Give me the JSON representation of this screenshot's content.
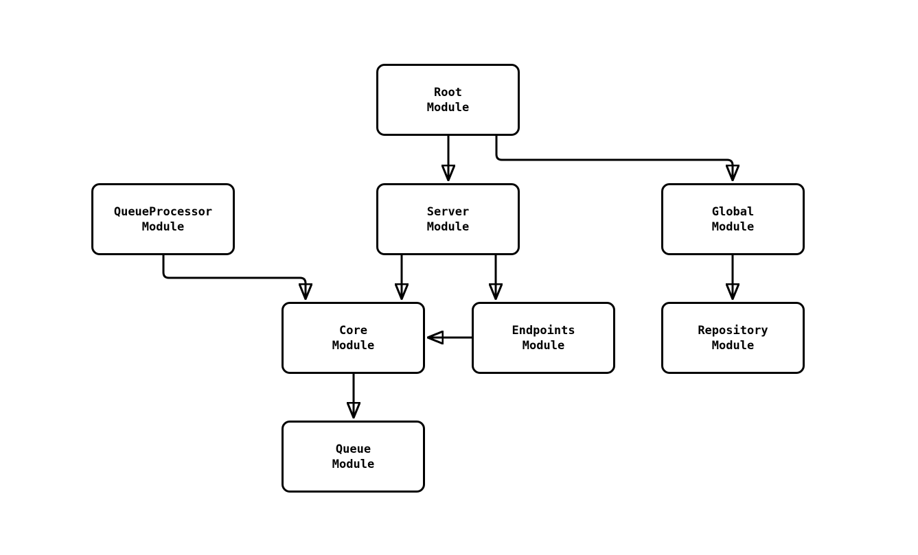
{
  "diagram": {
    "colors": {
      "background": "#ffffff",
      "node_fill": "#ffffff",
      "stroke": "#000000",
      "text": "#000000"
    },
    "nodes": {
      "root": {
        "title": "Root",
        "subtitle": "Module"
      },
      "queueprocessor": {
        "title": "QueueProcessor",
        "subtitle": "Module"
      },
      "server": {
        "title": "Server",
        "subtitle": "Module"
      },
      "global": {
        "title": "Global",
        "subtitle": "Module"
      },
      "core": {
        "title": "Core",
        "subtitle": "Module"
      },
      "endpoints": {
        "title": "Endpoints",
        "subtitle": "Module"
      },
      "repository": {
        "title": "Repository",
        "subtitle": "Module"
      },
      "queue": {
        "title": "Queue",
        "subtitle": "Module"
      }
    },
    "edges": [
      {
        "from": "Root Module",
        "to": "Server Module"
      },
      {
        "from": "Root Module",
        "to": "Global Module"
      },
      {
        "from": "QueueProcessor Module",
        "to": "Core Module"
      },
      {
        "from": "Server Module",
        "to": "Core Module"
      },
      {
        "from": "Server Module",
        "to": "Endpoints Module"
      },
      {
        "from": "Endpoints Module",
        "to": "Core Module"
      },
      {
        "from": "Global Module",
        "to": "Repository Module"
      },
      {
        "from": "Core Module",
        "to": "Queue Module"
      }
    ]
  }
}
